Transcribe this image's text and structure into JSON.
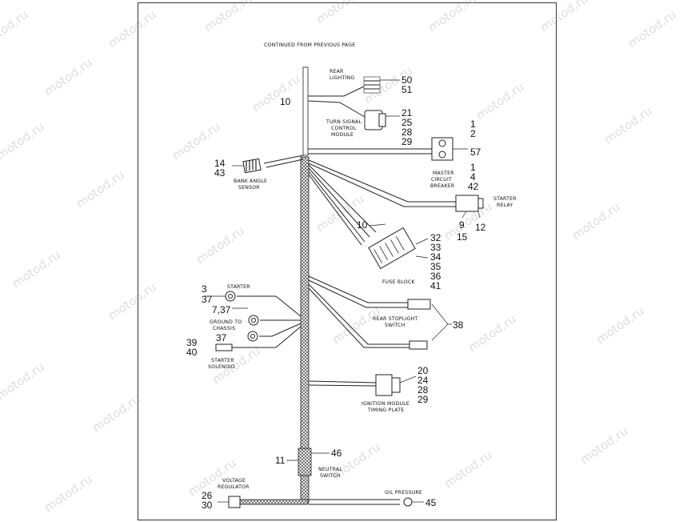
{
  "watermark": "motod.ru",
  "labels": {
    "continued": "CONTINUED FROM PREVIOUS PAGE",
    "rear_lighting_1": "REAR",
    "rear_lighting_2": "LIGHTING",
    "turn_signal_1": "TURN SIGNAL",
    "turn_signal_2": "CONTROL",
    "turn_signal_3": "MODULE",
    "master_1": "MASTER",
    "master_2": "CIRCUIT",
    "master_3": "BREAKER",
    "bank_1": "BANK ANGLE",
    "bank_2": "SENSOR",
    "starter_relay_1": "STARTER",
    "starter_relay_2": "RELAY",
    "fuse_block": "FUSE BLOCK",
    "starter": "STARTER",
    "ground_1": "GROUND TO",
    "ground_2": "CHASSIS",
    "rear_stop_1": "REAR STOPLIGHT",
    "rear_stop_2": "SWITCH",
    "starter_sol_1": "STARTER",
    "starter_sol_2": "SOLENOID",
    "ignition_1": "IGNITION MODULE",
    "ignition_2": "TIMING PLATE",
    "neutral_1": "NEUTRAL",
    "neutral_2": "SWITCH",
    "voltage_1": "VOLTAGE",
    "voltage_2": "REGULATOR",
    "oil": "OIL PRESSURE"
  },
  "numbers": {
    "n10a": "10",
    "n50": "50",
    "n51": "51",
    "n21": "21",
    "n25": "25",
    "n28a": "28",
    "n29a": "29",
    "n1a": "1",
    "n2": "2",
    "n57": "57",
    "n1b": "1",
    "n4": "4",
    "n42": "42",
    "n14": "14",
    "n43": "43",
    "n9": "9",
    "n15": "15",
    "n12": "12",
    "n10b": "10",
    "n32": "32",
    "n33": "33",
    "n34": "34",
    "n35": "35",
    "n36": "36",
    "n41": "41",
    "n3": "3",
    "n37a": "37",
    "n737": "7,37",
    "n37b": "37",
    "n39": "39",
    "n40": "40",
    "n38": "38",
    "n20": "20",
    "n24": "24",
    "n28b": "28",
    "n29b": "29",
    "n46": "46",
    "n11": "11",
    "n26": "26",
    "n30": "30",
    "n45": "45"
  }
}
